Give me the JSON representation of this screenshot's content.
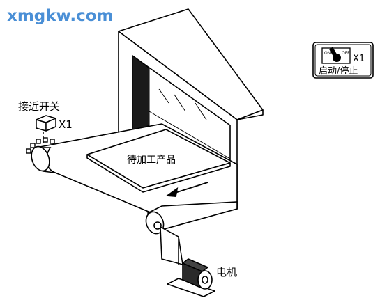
{
  "watermark": "xmgkw.com",
  "labels": {
    "proximity_switch": "接近开关",
    "sensor_id": "X1",
    "product": "待加工产品",
    "motor": "电机"
  },
  "switch_panel": {
    "id": "X1",
    "caption": "启动/停止"
  },
  "colors": {
    "watermark": "#4a8fd6",
    "ink": "#000000",
    "paper": "#ffffff"
  }
}
